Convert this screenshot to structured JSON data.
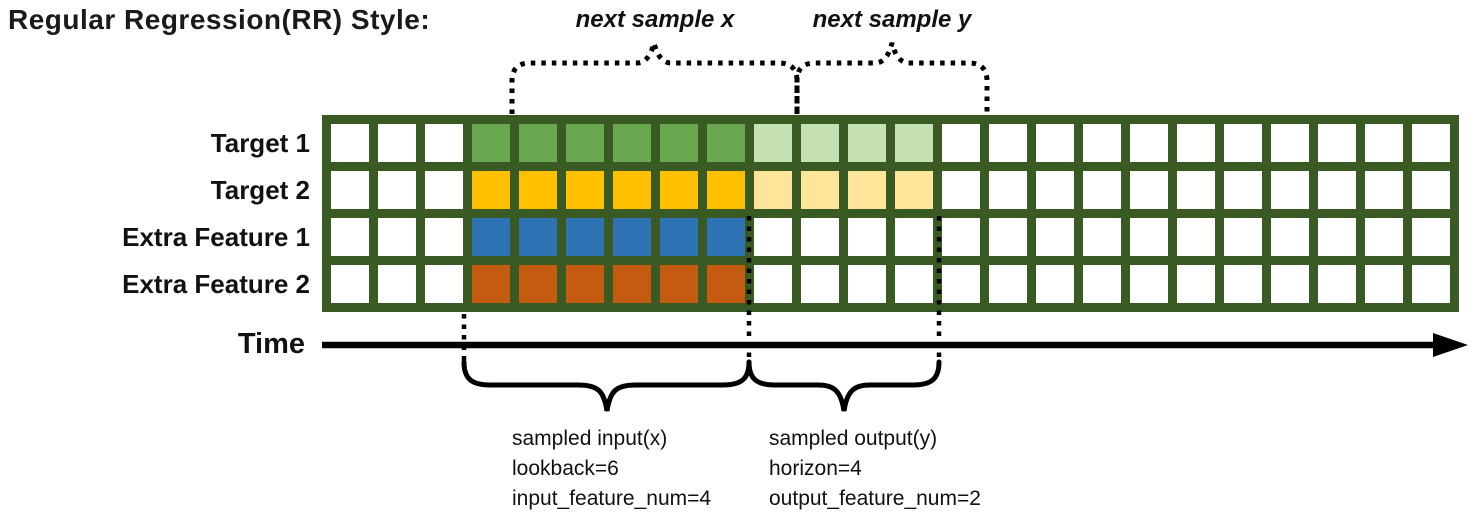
{
  "title": "Regular Regression(RR) Style:",
  "colors": {
    "frame": "#3a5a23",
    "empty_cell": "#ffffff",
    "black": "#000000"
  },
  "grid": {
    "columns": 24,
    "input_start_col": 3,
    "lookback": 6,
    "horizon": 4,
    "rows": [
      {
        "label": "Target 1",
        "input_color": "#6aa84f",
        "output_color": "#c6e0b4"
      },
      {
        "label": "Target 2",
        "input_color": "#ffc000",
        "output_color": "#ffe599"
      },
      {
        "label": "Extra Feature 1",
        "input_color": "#2e74b5",
        "output_color": null
      },
      {
        "label": "Extra Feature 2",
        "input_color": "#c55a11",
        "output_color": null
      }
    ]
  },
  "annotations": {
    "next_sample_x": "next sample x",
    "next_sample_y": "next sample y",
    "time_label": "Time",
    "sampled_input": [
      "sampled input(x)",
      "lookback=6",
      "input_feature_num=4"
    ],
    "sampled_output": [
      "sampled output(y)",
      "horizon=4",
      "output_feature_num=2"
    ]
  }
}
